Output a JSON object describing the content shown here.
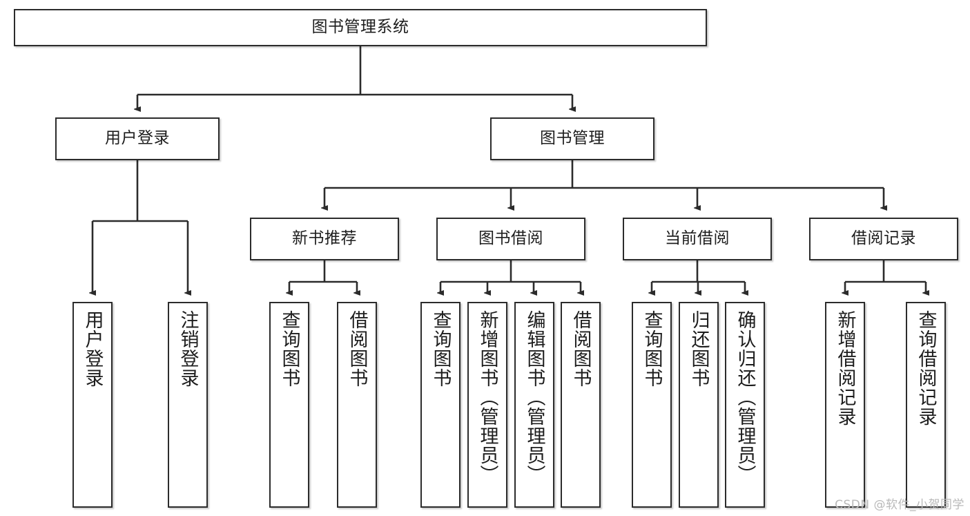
{
  "diagram": {
    "title": "图书管理系统",
    "type": "tree-hierarchy-chart",
    "root": {
      "label": "图书管理系统"
    },
    "level2": [
      {
        "label": "用户登录"
      },
      {
        "label": "图书管理"
      }
    ],
    "level3": [
      {
        "label": "新书推荐"
      },
      {
        "label": "图书借阅"
      },
      {
        "label": "当前借阅"
      },
      {
        "label": "借阅记录"
      }
    ],
    "leaves": {
      "user_login": [
        {
          "label": "用户登录"
        },
        {
          "label": "注销登录"
        }
      ],
      "new_book_recommend": [
        {
          "label": "查询图书"
        },
        {
          "label": "借阅图书"
        }
      ],
      "book_borrow": [
        {
          "label": "查询图书"
        },
        {
          "label": "新增图书（管理员）"
        },
        {
          "label": "编辑图书（管理员）"
        },
        {
          "label": "借阅图书"
        }
      ],
      "current_borrow": [
        {
          "label": "查询图书"
        },
        {
          "label": "归还图书"
        },
        {
          "label": "确认归还（管理员）"
        }
      ],
      "borrow_record": [
        {
          "label": "新增借阅记录"
        },
        {
          "label": "查询借阅记录"
        }
      ]
    }
  },
  "watermark": {
    "text": "CSDN @软件_小贺同学"
  },
  "colors": {
    "stroke": "#2b2b2b",
    "fill": "#ffffff",
    "text": "#1d1d1d",
    "watermark": "#b9b9b9"
  }
}
